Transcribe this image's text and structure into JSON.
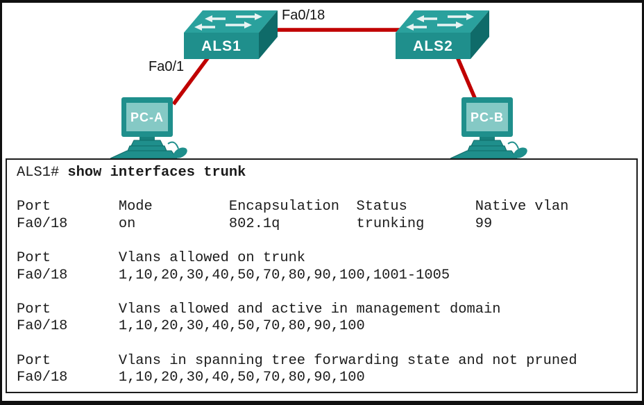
{
  "figure": {
    "topology": {
      "switch1_label": "ALS1",
      "switch2_label": "ALS2",
      "pc1_label": "PC-A",
      "pc2_label": "PC-B",
      "trunk_link_label": "Fa0/18",
      "access_link_label": "Fa0/1"
    },
    "colors": {
      "device_front": "#1F8F8C",
      "device_top": "#2AA19D",
      "device_side": "#0F6B69",
      "screen": "#85C9C5",
      "arrow": "#E9F4F3",
      "link_red": "#C00000"
    }
  },
  "terminal": {
    "prompt": "ALS1# ",
    "command": "show interfaces trunk",
    "lines": [
      "",
      "Port        Mode         Encapsulation  Status        Native vlan",
      "Fa0/18      on           802.1q         trunking      99",
      "",
      "Port        Vlans allowed on trunk",
      "Fa0/18      1,10,20,30,40,50,70,80,90,100,1001-1005",
      "",
      "Port        Vlans allowed and active in management domain",
      "Fa0/18      1,10,20,30,40,50,70,80,90,100",
      "",
      "Port        Vlans in spanning tree forwarding state and not pruned",
      "Fa0/18      1,10,20,30,40,50,70,80,90,100"
    ]
  }
}
